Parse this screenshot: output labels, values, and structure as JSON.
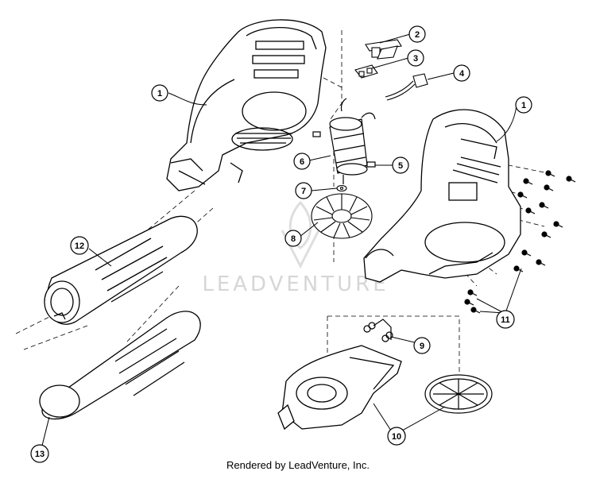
{
  "diagram": {
    "callouts": [
      {
        "id": "c1a",
        "label": "1"
      },
      {
        "id": "c1b",
        "label": "1"
      },
      {
        "id": "c2",
        "label": "2"
      },
      {
        "id": "c3",
        "label": "3"
      },
      {
        "id": "c4",
        "label": "4"
      },
      {
        "id": "c5",
        "label": "5"
      },
      {
        "id": "c6",
        "label": "6"
      },
      {
        "id": "c7",
        "label": "7"
      },
      {
        "id": "c8",
        "label": "8"
      },
      {
        "id": "c9",
        "label": "9"
      },
      {
        "id": "c10",
        "label": "10"
      },
      {
        "id": "c11",
        "label": "11"
      },
      {
        "id": "c12",
        "label": "12"
      },
      {
        "id": "c13",
        "label": "13"
      }
    ]
  },
  "watermark": {
    "text": "LEADVENTURE"
  },
  "footer": {
    "text": "Rendered by LeadVenture, Inc."
  }
}
